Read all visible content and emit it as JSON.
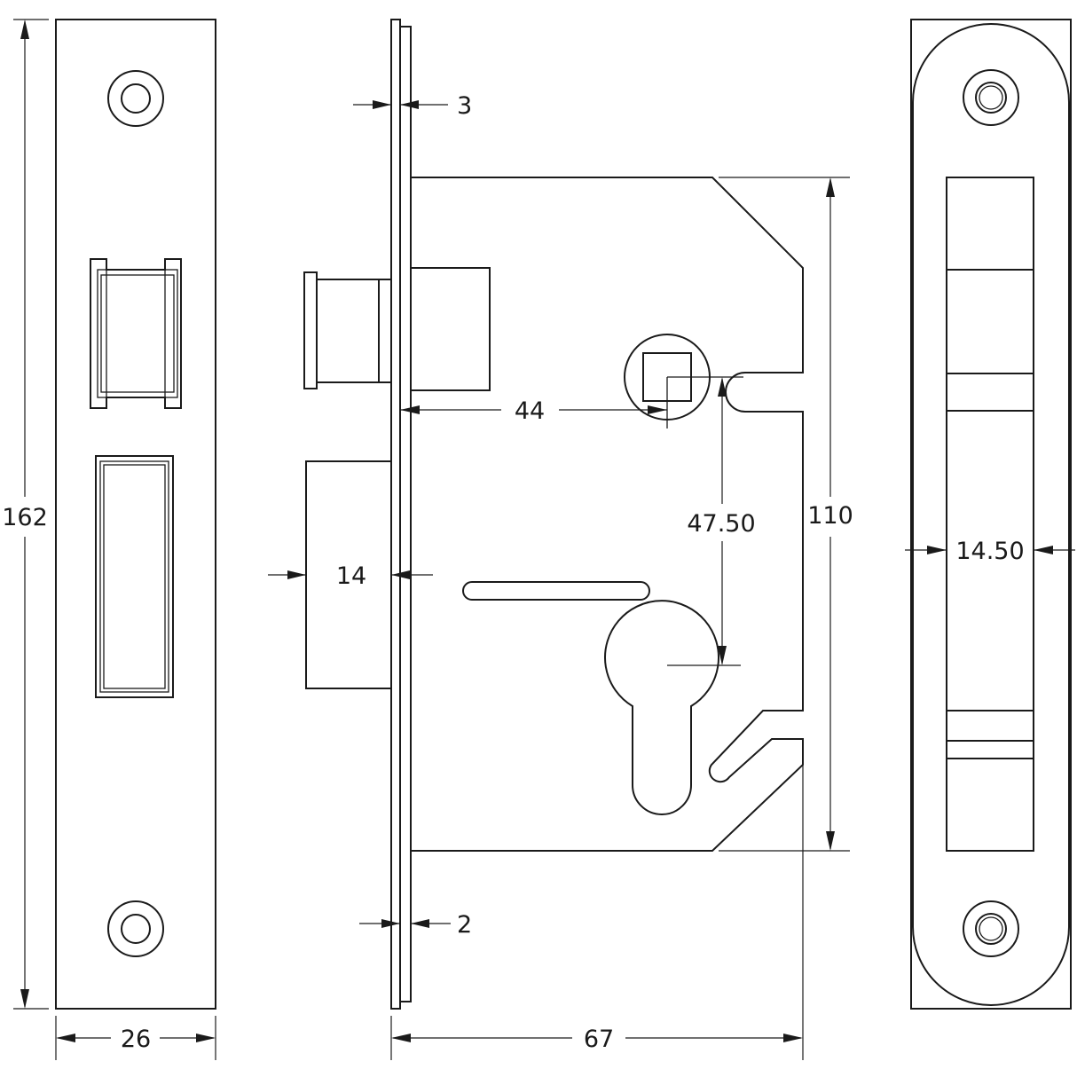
{
  "dimensions": {
    "forend_height": "162",
    "forend_width": "26",
    "forend_thickness": "3",
    "backset": "44",
    "centres": "47.50",
    "case_height": "110",
    "bolt_throw": "14",
    "faceplate_thickness": "2",
    "case_depth": "67",
    "strike_slot_width": "14.50"
  },
  "colors": {
    "line": "#1a1a1a",
    "background": "#ffffff"
  }
}
